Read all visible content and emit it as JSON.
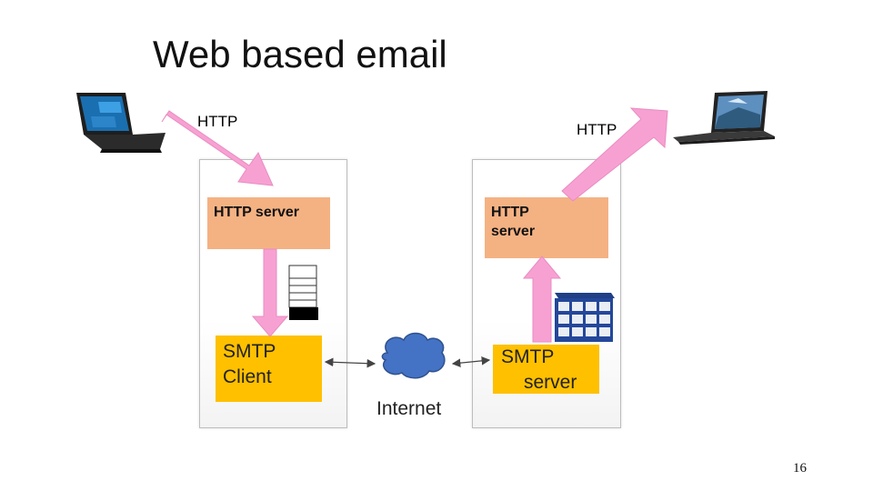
{
  "slide": {
    "title": "Web based email",
    "page_number": "16"
  },
  "labels": {
    "http_left": "HTTP",
    "http_right": "HTTP",
    "internet": "Internet"
  },
  "left_host": {
    "http_server": "HTTP server",
    "smtp_client_line1": "SMTP",
    "smtp_client_line2": "Client"
  },
  "right_host": {
    "http_server_line1": "HTTP",
    "http_server_line2": "server",
    "smtp_server_line1": "SMTP",
    "smtp_server_line2": "server"
  },
  "colors": {
    "http_box": "#f4b283",
    "smtp_box": "#ffc000",
    "arrow": "#f7a1d3",
    "cloud": "#4472c4"
  },
  "icons": [
    "laptop-left-icon",
    "laptop-right-icon",
    "mail-queue-icon",
    "mailbox-rack-icon",
    "internet-cloud-icon"
  ]
}
